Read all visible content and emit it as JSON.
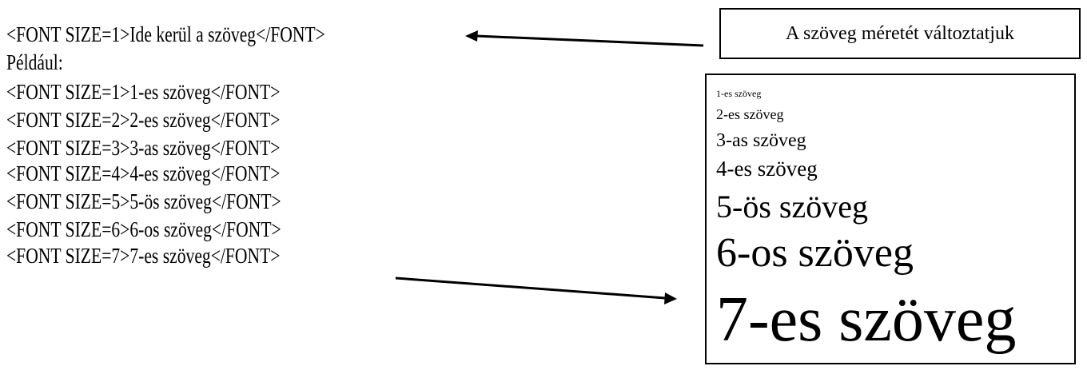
{
  "code_lines": [
    "<FONT SIZE=1>Ide kerül a szöveg</FONT>",
    "Például:",
    "<FONT SIZE=1>1-es szöveg</FONT>",
    "<FONT SIZE=2>2-es szöveg</FONT>",
    "<FONT SIZE=3>3-as szöveg</FONT>",
    "<FONT SIZE=4>4-es szöveg</FONT>",
    "<FONT SIZE=5>5-ös szöveg</FONT>",
    "<FONT SIZE=6>6-os szöveg</FONT>",
    "<FONT SIZE=7>7-es szöveg</FONT>"
  ],
  "callout": "A szöveg méretét változtatjuk",
  "samples": [
    "1-es szöveg",
    "2-es szöveg",
    "3-as szöveg",
    "4-es szöveg",
    "5-ös szöveg",
    "6-os szöveg",
    "7-es szöveg"
  ]
}
